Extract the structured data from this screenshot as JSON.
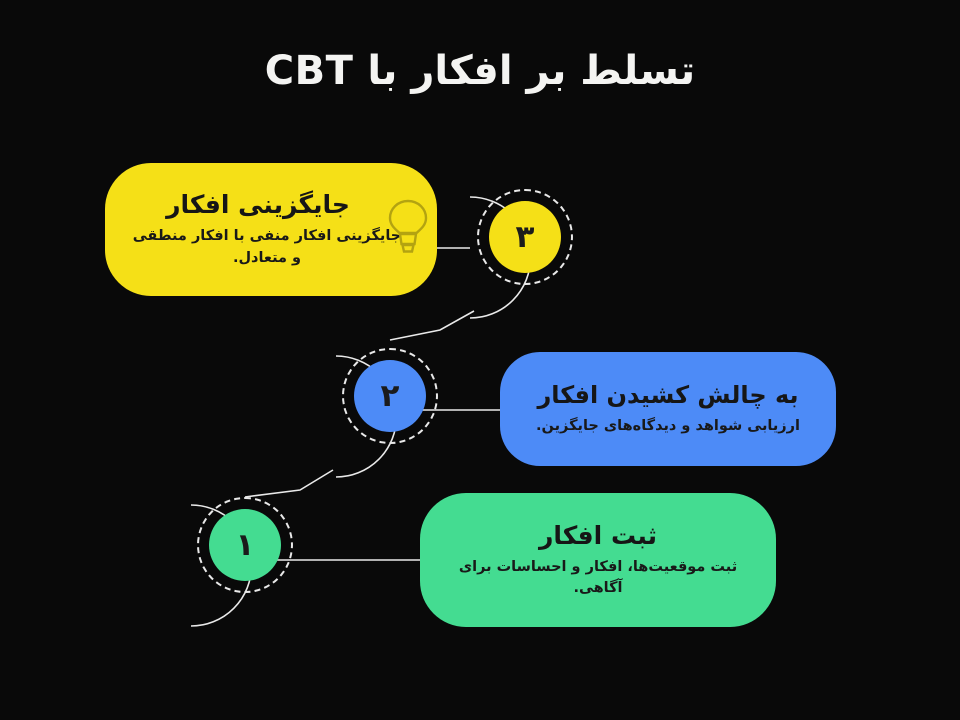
{
  "page": {
    "title": "تسلط بر افکار با CBT",
    "background_color": "#090909",
    "title_color": "#f4f4f2"
  },
  "steps": [
    {
      "number": "۳",
      "order_index": 3,
      "card_title": "جایگزینی افکار",
      "card_subtitle": "جایگزینی افکار منفی با افکار منطقی و متعادل.",
      "color": "#f5e017",
      "text_color": "#161616",
      "icon": "lightbulb-icon"
    },
    {
      "number": "۲",
      "order_index": 2,
      "card_title": "به چالش کشیدن افکار",
      "card_subtitle": "ارزیابی شواهد و دیدگاه‌های جایگزین.",
      "color": "#4d8bf7",
      "text_color": "#161616",
      "icon": null
    },
    {
      "number": "۱",
      "order_index": 1,
      "card_title": "ثبت افکار",
      "card_subtitle": "ثبت موقعیت‌ها، افکار و احساسات برای آگاهی.",
      "color": "#44dc91",
      "text_color": "#161616",
      "icon": null
    }
  ],
  "decor": {
    "connector_color": "#e9e9e9",
    "dashed_ring_color": "#e9e9e9",
    "bulb_stroke_color": "#b3a311"
  }
}
